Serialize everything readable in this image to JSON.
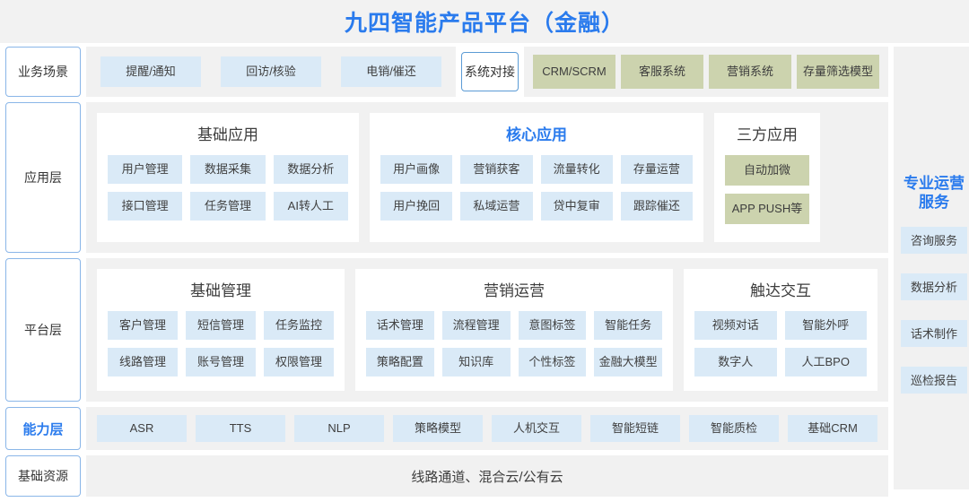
{
  "header": {
    "title": "九四智能产品平台（金融）",
    "title_color": "#2a7bed"
  },
  "layers": [
    {
      "label": "业务场景",
      "accent": false
    },
    {
      "label": "应用层",
      "accent": false
    },
    {
      "label": "平台层",
      "accent": false
    },
    {
      "label": "能力层",
      "accent": true
    },
    {
      "label": "基础资源",
      "accent": false
    }
  ],
  "business_scenario": {
    "scenarios": [
      "提醒/通知",
      "回访/核验",
      "电销/催还"
    ],
    "connector": "系统对接",
    "systems": [
      "CRM/SCRM",
      "客服系统",
      "营销系统",
      "存量筛选模型"
    ]
  },
  "application_layer": {
    "groups": [
      {
        "title": "基础应用",
        "accent": false,
        "columns": 3,
        "items": [
          "用户管理",
          "数据采集",
          "数据分析",
          "接口管理",
          "任务管理",
          "AI转人工"
        ]
      },
      {
        "title": "核心应用",
        "accent": true,
        "columns": 4,
        "items": [
          "用户画像",
          "营销获客",
          "流量转化",
          "存量运营",
          "用户挽回",
          "私域运营",
          "贷中复审",
          "跟踪催还"
        ]
      },
      {
        "title": "三方应用",
        "accent": false,
        "columns": 1,
        "olive": true,
        "items": [
          "自动加微",
          "APP PUSH等"
        ]
      }
    ]
  },
  "platform_layer": {
    "groups": [
      {
        "title": "基础管理",
        "accent": false,
        "columns": 3,
        "items": [
          "客户管理",
          "短信管理",
          "任务监控",
          "线路管理",
          "账号管理",
          "权限管理"
        ]
      },
      {
        "title": "营销运营",
        "accent": false,
        "columns": 4,
        "items": [
          "话术管理",
          "流程管理",
          "意图标签",
          "智能任务",
          "策略配置",
          "知识库",
          "个性标签",
          "金融大模型"
        ]
      },
      {
        "title": "触达交互",
        "accent": false,
        "columns": 2,
        "items": [
          "视频对话",
          "智能外呼",
          "数字人",
          "人工BPO"
        ]
      }
    ]
  },
  "capability_layer": {
    "items": [
      "ASR",
      "TTS",
      "NLP",
      "策略模型",
      "人机交互",
      "智能短链",
      "智能质检",
      "基础CRM"
    ]
  },
  "base_resources": {
    "text": "线路通道、混合云/公有云"
  },
  "services_panel": {
    "title": "专业运营服务",
    "items": [
      "咨询服务",
      "数据分析",
      "话术制作",
      "巡检报告"
    ]
  },
  "colors": {
    "accent_blue": "#2a7bed",
    "chip_blue": "#daeaf7",
    "chip_olive": "#ccd3ae",
    "band_gray": "#f1f1f1",
    "border_blue": "#8ab6e8"
  }
}
